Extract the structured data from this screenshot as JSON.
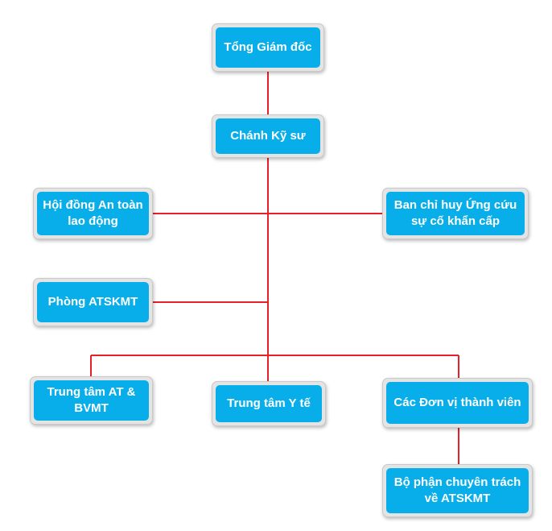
{
  "diagram": {
    "type": "org-chart",
    "line_color": "#e8202a",
    "node_fill": "#08aeea",
    "node_frame": "#e4e4e4",
    "nodes": {
      "ceo": "Tổng Giám đốc",
      "chief_engineer": "Chánh Kỹ sư",
      "safety_council": "Hội đồng An toàn lao động",
      "emergency_command": "Ban chỉ huy Ứng cứu sự cố khẩn cấp",
      "atskmt_department": "Phòng ATSKMT",
      "safety_env_center": "Trung tâm AT & BVMT",
      "medical_center": "Trung tâm Y tế",
      "member_units": "Các Đơn vị thành viên",
      "dedicated_unit": "Bộ phận chuyên trách về ATSKMT"
    },
    "edges": [
      [
        "ceo",
        "chief_engineer"
      ],
      [
        "chief_engineer",
        "safety_council"
      ],
      [
        "chief_engineer",
        "emergency_command"
      ],
      [
        "chief_engineer",
        "atskmt_department"
      ],
      [
        "chief_engineer",
        "safety_env_center"
      ],
      [
        "chief_engineer",
        "medical_center"
      ],
      [
        "chief_engineer",
        "member_units"
      ],
      [
        "member_units",
        "dedicated_unit"
      ]
    ]
  }
}
